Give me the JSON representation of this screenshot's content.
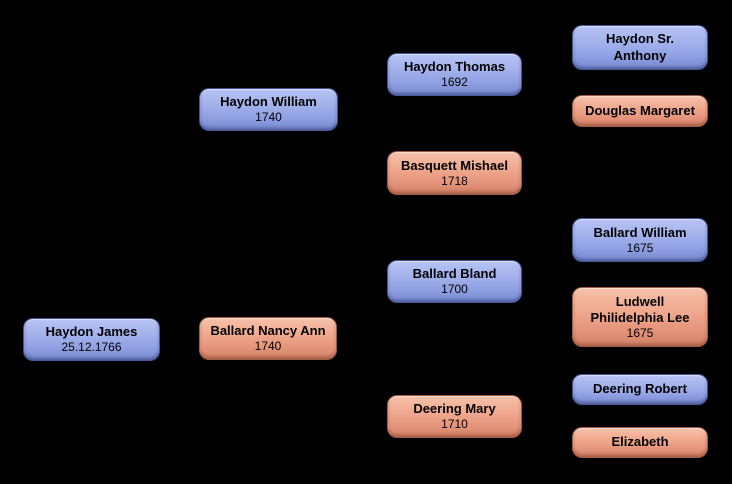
{
  "app": {
    "title": "Family tree pedigree chart",
    "background_color": "#000000"
  },
  "colors": {
    "male_box_top": "#b7c3f4",
    "male_box_bottom": "#7a8acf",
    "female_box_top": "#f6c1aa",
    "female_box_bottom": "#d08166",
    "text": "#000000"
  },
  "persons": [
    {
      "name": "Haydon James",
      "date": "25.12.1766",
      "gender": "male",
      "generation": 1
    },
    {
      "name": "Haydon William",
      "date": "1740",
      "gender": "male",
      "generation": 2
    },
    {
      "name": "Ballard Nancy Ann",
      "date": "1740",
      "gender": "female",
      "generation": 2
    },
    {
      "name": "Haydon Thomas",
      "date": "1692",
      "gender": "male",
      "generation": 3
    },
    {
      "name": "Basquett Mishael",
      "date": "1718",
      "gender": "female",
      "generation": 3
    },
    {
      "name": "Ballard Bland",
      "date": "1700",
      "gender": "male",
      "generation": 3
    },
    {
      "name": "Deering Mary",
      "date": "1710",
      "gender": "female",
      "generation": 3
    },
    {
      "name": "Haydon Sr.\nAnthony",
      "date": "",
      "gender": "male",
      "generation": 4
    },
    {
      "name": "Douglas Margaret",
      "date": "",
      "gender": "female",
      "generation": 4
    },
    {
      "name": "Ballard William",
      "date": "1675",
      "gender": "male",
      "generation": 4
    },
    {
      "name": "Ludwell\nPhilidelphia Lee",
      "date": "1675",
      "gender": "female",
      "generation": 4
    },
    {
      "name": "Deering Robert",
      "date": "",
      "gender": "male",
      "generation": 4
    },
    {
      "name": "Elizabeth",
      "date": "",
      "gender": "female",
      "generation": 4
    }
  ]
}
